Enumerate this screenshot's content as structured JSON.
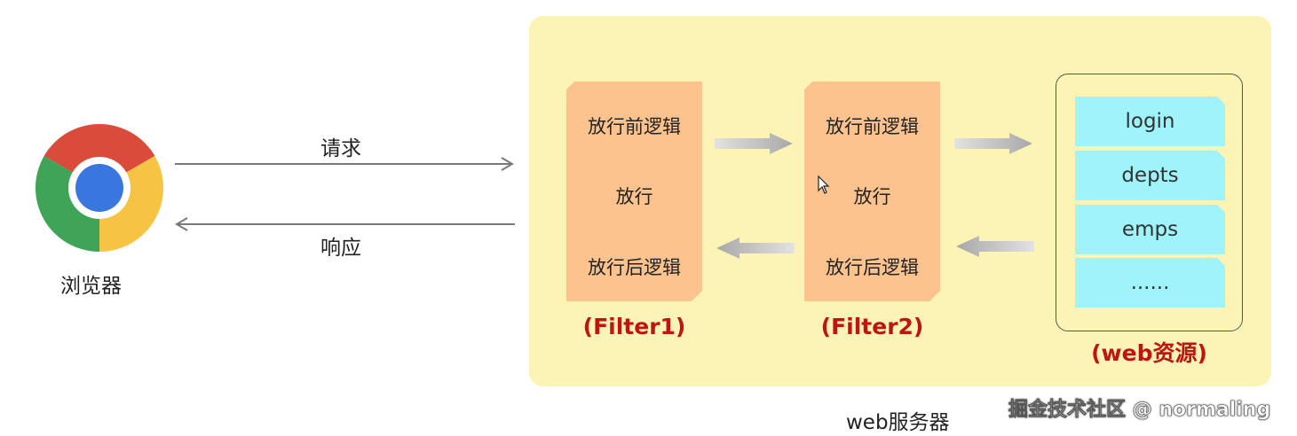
{
  "browser": {
    "label": "浏览器"
  },
  "request": {
    "label": "请求"
  },
  "response": {
    "label": "响应"
  },
  "filters": [
    {
      "caption": "(Filter1)",
      "before": "放行前逻辑",
      "pass": "放行",
      "after": "放行后逻辑"
    },
    {
      "caption": "(Filter2)",
      "before": "放行前逻辑",
      "pass": "放行",
      "after": "放行后逻辑"
    }
  ],
  "resources": {
    "caption": "(web资源)",
    "items": [
      "login",
      "depts",
      "emps",
      "......"
    ]
  },
  "server": {
    "label": "web服务器"
  },
  "watermark": {
    "text": "掘金技术社区 @ normaling"
  },
  "colors": {
    "server_bg": "#fcf4b4",
    "filter_bg": "#fdc38f",
    "resource_bg": "#9ff4fb",
    "caption_red": "#c0150f"
  },
  "icons": {
    "browser": "chrome-logo",
    "flow": "gray-arrows"
  }
}
